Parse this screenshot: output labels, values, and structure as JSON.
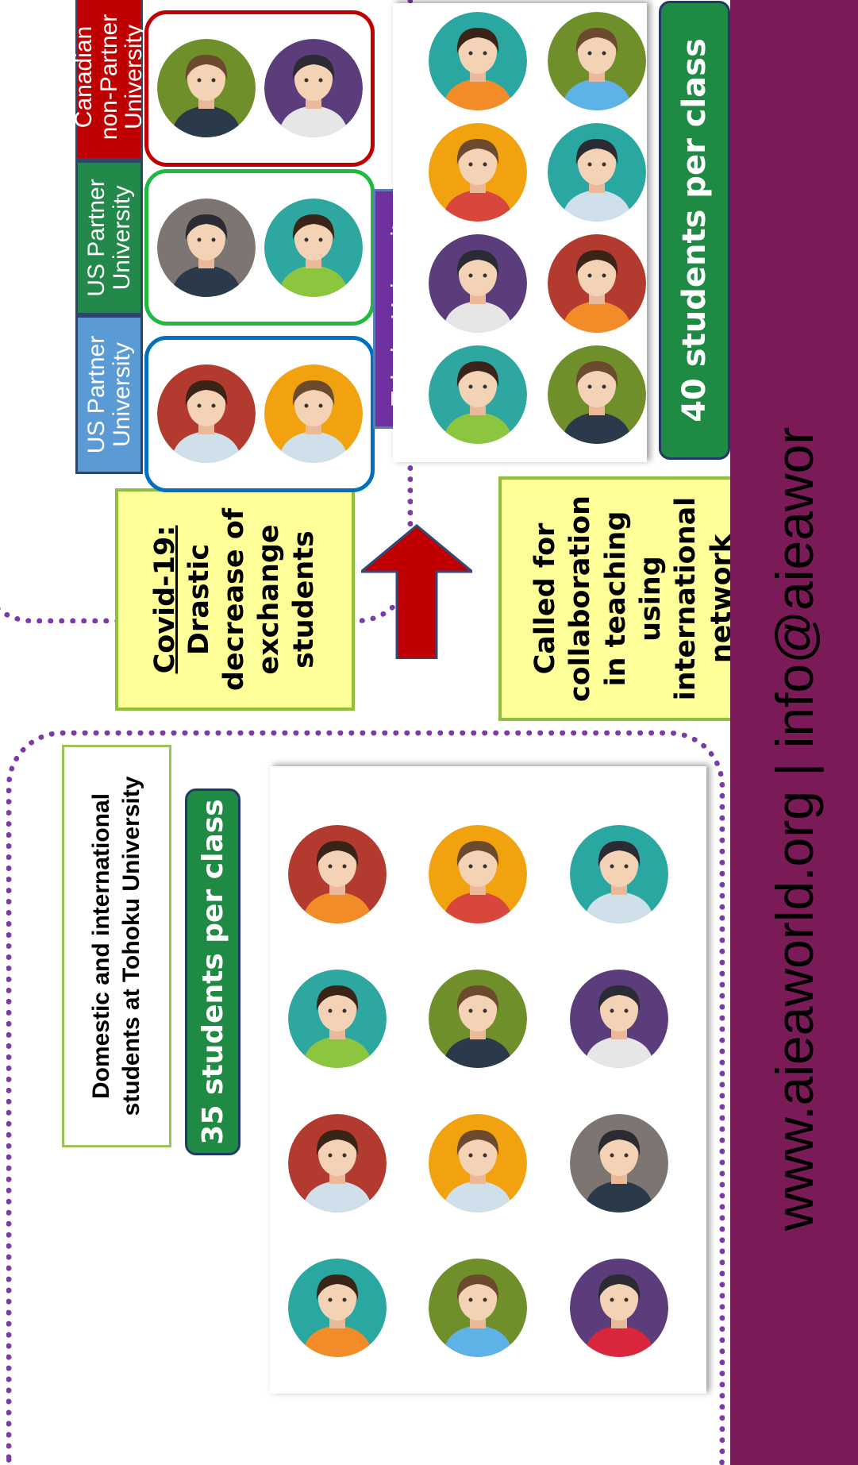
{
  "left_section": {
    "heading_line1": "Domestic and international",
    "heading_line2": "students at Tohoku University",
    "class_size": "35 students per class"
  },
  "middle": {
    "covid_title": "Covid-19:",
    "covid_line1": "Drastic",
    "covid_line2": "decrease of",
    "covid_line3": "exchange",
    "covid_line4": "students",
    "called_line1": "Called for",
    "called_line2": "collaboration",
    "called_line3": "in teaching",
    "called_line4": "using",
    "called_line5": "international",
    "called_line6": "network"
  },
  "right_section": {
    "us_partner_1_line1": "US Partner",
    "us_partner_1_line2": "University",
    "us_partner_2_line1": "US Partner",
    "us_partner_2_line2": "University",
    "canadian_line1": "Canadian",
    "canadian_line2": "non-Partner",
    "canadian_line3": "University",
    "tohoku_label": "Tohoku University",
    "class_size": "40 students per class"
  },
  "footer": {
    "text": "www.aieaworld.org  |  info@aieawor"
  },
  "colors": {
    "footer_bg": "#7a1a56",
    "dotted_border": "#7b3aa8",
    "arrow_fill": "#c00000",
    "arrow_stroke": "#2e4a7a"
  }
}
